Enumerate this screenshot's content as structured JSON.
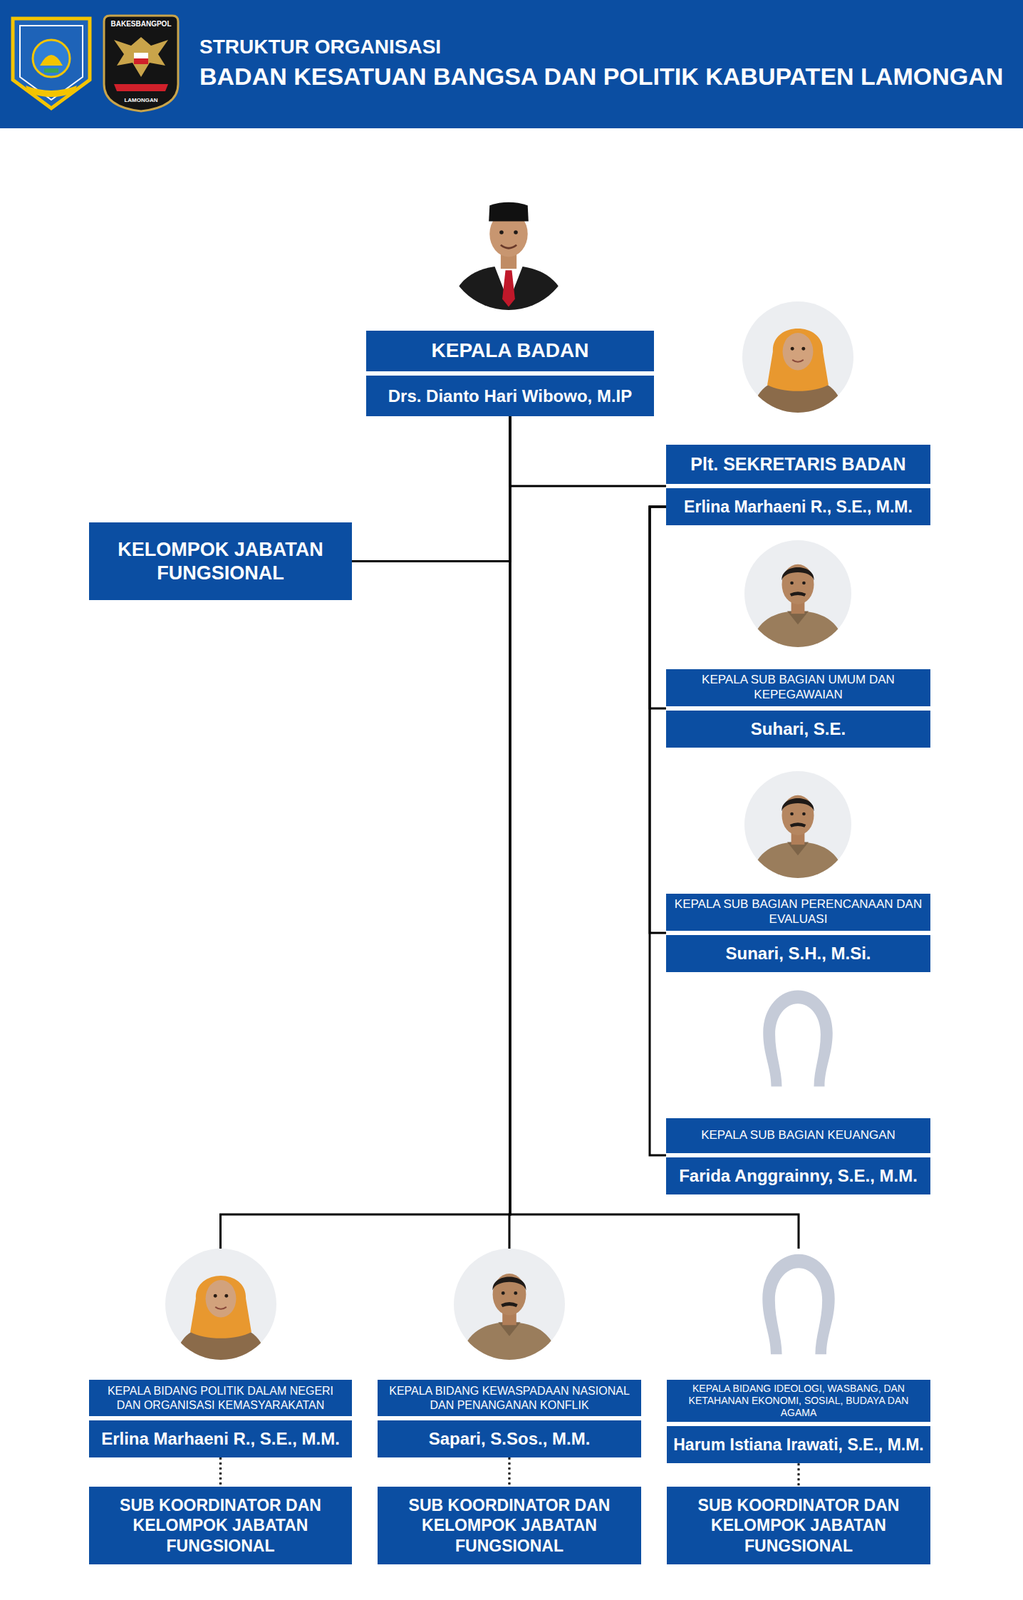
{
  "diagram": {
    "title": "STRUKTUR ORGANISASI",
    "nodes": [
      {
        "text": [
          "KEPALA BADAN",
          "Drs. Dianto Hari Wibowo, M.IP"
        ]
      },
      {
        "text": [
          "Plt. SEKRETARIS BADAN",
          "Erlina Marhaeni R., S.E., M.M."
        ]
      },
      {
        "text": [
          "KELOMPOK JABATAN FUNGSIONAL"
        ]
      },
      {
        "text": [
          "KEPALA SUB BAGIAN UMUM DAN KEPEGAWAIAN",
          "Suhari, S.E."
        ]
      },
      {
        "text": [
          "KEPALA SUB BAGIAN PERENCANAAN DAN EVALUASI",
          "Sunari, S.H., M.Si."
        ]
      },
      {
        "text": [
          "KEPALA SUB BAGIAN KEUANGAN",
          "Farida Anggrainny, S.E., M.M."
        ]
      },
      {
        "text": [
          "KEPALA BIDANG POLITIK DALAM NEGERI DAN ORGANISASI KEMASYARAKATAN",
          "Erlina Marhaeni R., S.E., M.M."
        ]
      },
      {
        "text": [
          "KEPALA BIDANG KEWASPADAAN NASIONAL DAN PENANGANAN KONFLIK",
          "Sapari, S.Sos., M.M."
        ]
      },
      {
        "text": [
          "KEPALA BIDANG IDEOLOGI, WASBANG, DAN KETAHANAN EKONOMI, SOSIAL, BUDAYA DAN AGAMA",
          "Harum Istiana Irawati, S.E., M.M."
        ]
      },
      {
        "text": [
          "SUB KOORDINATOR DAN KELOMPOK JABATAN FUNGSIONAL"
        ]
      },
      {
        "text": [
          "SUB KOORDINATOR DAN KELOMPOK JABATAN FUNGSIONAL"
        ]
      },
      {
        "text": [
          "SUB KOORDINATOR DAN KELOMPOK JABATAN FUNGSIONAL"
        ]
      }
    ],
    "edges": [
      {
        "from": 0,
        "to": 1,
        "arrow": "none"
      },
      {
        "from": 0,
        "to": 2,
        "arrow": "none"
      },
      {
        "from": 1,
        "to": 3,
        "arrow": "none"
      },
      {
        "from": 1,
        "to": 4,
        "arrow": "none"
      },
      {
        "from": 1,
        "to": 5,
        "arrow": "none"
      },
      {
        "from": 0,
        "to": 6,
        "arrow": "none"
      },
      {
        "from": 0,
        "to": 7,
        "arrow": "none"
      },
      {
        "from": 0,
        "to": 8,
        "arrow": "none"
      },
      {
        "from": 6,
        "to": 9,
        "arrow": "none"
      },
      {
        "from": 7,
        "to": 10,
        "arrow": "none"
      },
      {
        "from": 8,
        "to": 11,
        "arrow": "none"
      }
    ],
    "labels": [
      "BADAN KESATUAN BANGSA DAN POLITIK KABUPATEN LAMONGAN",
      "BAKESBANGPOL",
      "LAMONGAN"
    ]
  }
}
